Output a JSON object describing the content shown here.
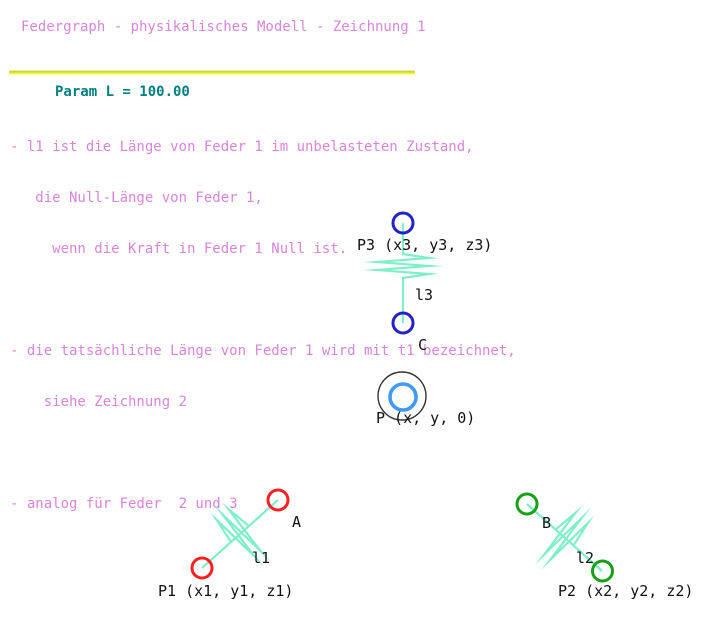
{
  "header": {
    "title": "Federgraph - physikalisches Modell - Zeichnung 1",
    "title_color": "#d985d9",
    "underline_color": "#fdfd3e",
    "param_line": "Param L = 100.00",
    "param_color": "#008080"
  },
  "notes": {
    "color": "#d985d9",
    "lines": [
      "- l1 ist die Länge von Feder 1 im unbelasteten Zustand,",
      "   die Null-Länge von Feder 1,",
      "     wenn die Kraft in Feder 1 Null ist.",
      "",
      "- die tatsächliche Länge von Feder 1 wird mit t1 bezeichnet,",
      "    siehe Zeichnung 2",
      "",
      "- analog für Feder  2 und 3"
    ]
  },
  "diagram": {
    "colors": {
      "spring": "#7fefc7",
      "node_blue": "#2222cc",
      "point_inner_blue": "#3e9bfa",
      "point_outer": "#333333",
      "node_red": "#fa2020",
      "node_green": "#18a018",
      "label": "#111111"
    },
    "labels": {
      "p3": "P3 (x3, y3, z3)",
      "l3": "l3",
      "c": "C",
      "p": "P (x, y, 0)",
      "a": "A",
      "l1": "l1",
      "p1": "P1 (x1, y1, z1)",
      "b": "B",
      "l2": "l2",
      "p2": "P2 (x2, y2, z2)"
    }
  }
}
